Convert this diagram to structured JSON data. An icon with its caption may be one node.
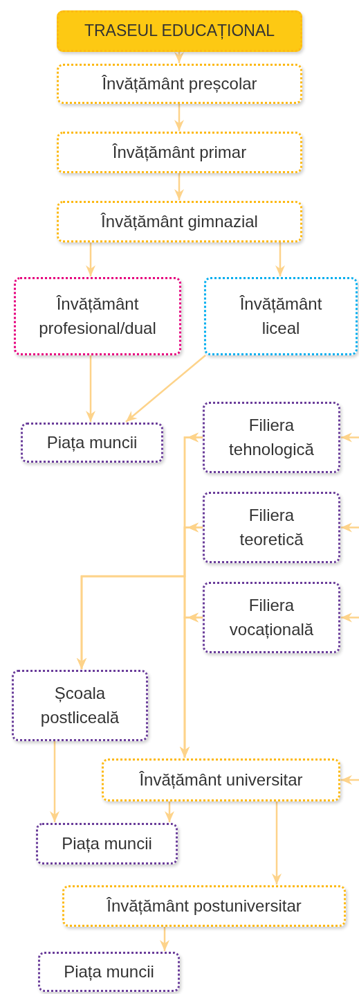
{
  "diagram": {
    "nodes": [
      {
        "text": [
          "TRASEUL EDUCAȚIONAL"
        ]
      },
      {
        "text": [
          "Învățământ preșcolar"
        ]
      },
      {
        "text": [
          "Învățământ primar"
        ]
      },
      {
        "text": [
          "Învățământ gimnazial"
        ]
      },
      {
        "text": [
          "Învățământ profesional/dual"
        ]
      },
      {
        "text": [
          "Învățământ liceal"
        ]
      },
      {
        "text": [
          "Piața muncii"
        ]
      },
      {
        "text": [
          "Filiera tehnologică"
        ]
      },
      {
        "text": [
          "Filiera teoretică"
        ]
      },
      {
        "text": [
          "Filiera vocațională"
        ]
      },
      {
        "text": [
          "Școala postliceală"
        ]
      },
      {
        "text": [
          "Învățământ universitar"
        ]
      },
      {
        "text": [
          "Piața muncii"
        ]
      },
      {
        "text": [
          "Învățământ postuniversitar"
        ]
      },
      {
        "text": [
          "Piața muncii"
        ]
      }
    ],
    "edges": [
      {
        "from": 0,
        "to": 1,
        "arrow": "to"
      },
      {
        "from": 1,
        "to": 2,
        "arrow": "to"
      },
      {
        "from": 2,
        "to": 3,
        "arrow": "to"
      },
      {
        "from": 3,
        "to": 4,
        "arrow": "to"
      },
      {
        "from": 3,
        "to": 5,
        "arrow": "to"
      },
      {
        "from": 4,
        "to": 6,
        "arrow": "to"
      },
      {
        "from": 5,
        "to": 6,
        "arrow": "to"
      },
      {
        "from": null,
        "to": 7,
        "arrow": "to"
      },
      {
        "from": null,
        "to": 8,
        "arrow": "to"
      },
      {
        "from": null,
        "to": 9,
        "arrow": "to"
      },
      {
        "from": 7,
        "to": 10,
        "arrow": "to"
      },
      {
        "from": 7,
        "to": 11,
        "arrow": "to"
      },
      {
        "from": 8,
        "to": 10,
        "arrow": "to"
      },
      {
        "from": 8,
        "to": 11,
        "arrow": "to"
      },
      {
        "from": 9,
        "to": 10,
        "arrow": "to"
      },
      {
        "from": 9,
        "to": 11,
        "arrow": "to"
      },
      {
        "from": null,
        "to": 11,
        "arrow": "to"
      },
      {
        "from": 10,
        "to": 12,
        "arrow": "to"
      },
      {
        "from": 11,
        "to": 12,
        "arrow": "to"
      },
      {
        "from": 11,
        "to": 13,
        "arrow": "to"
      },
      {
        "from": 13,
        "to": 14,
        "arrow": "to"
      }
    ]
  }
}
